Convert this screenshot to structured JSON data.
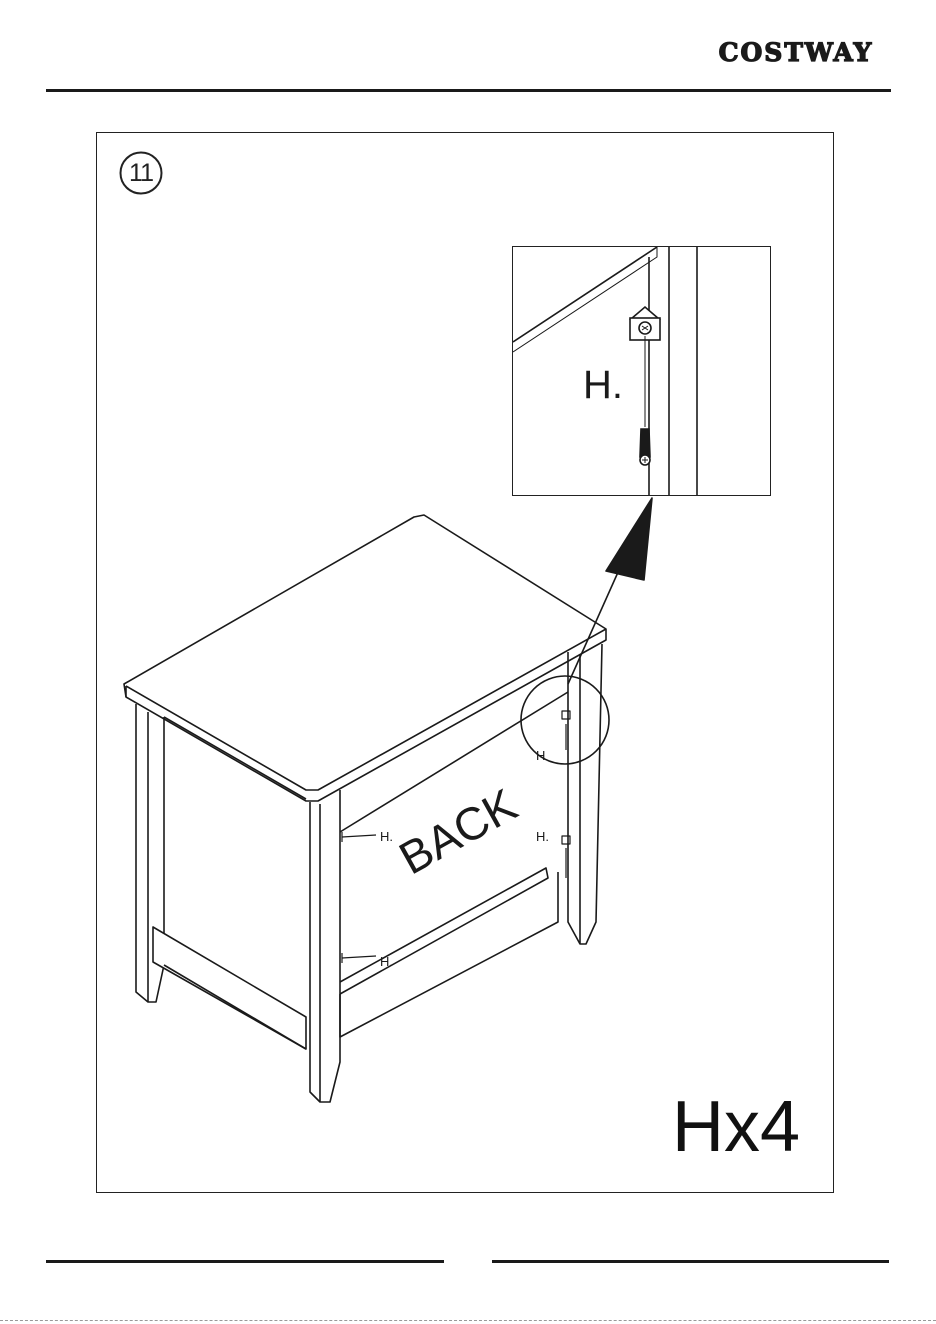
{
  "header": {
    "brand": "COSTWAY"
  },
  "step": {
    "number": "11"
  },
  "detail": {
    "hardware_label": "H."
  },
  "assembly": {
    "panel_label": "BACK",
    "hardware_labels": [
      "H",
      "H.",
      "H.",
      "H."
    ]
  },
  "quantity": {
    "label": "Hx4"
  }
}
